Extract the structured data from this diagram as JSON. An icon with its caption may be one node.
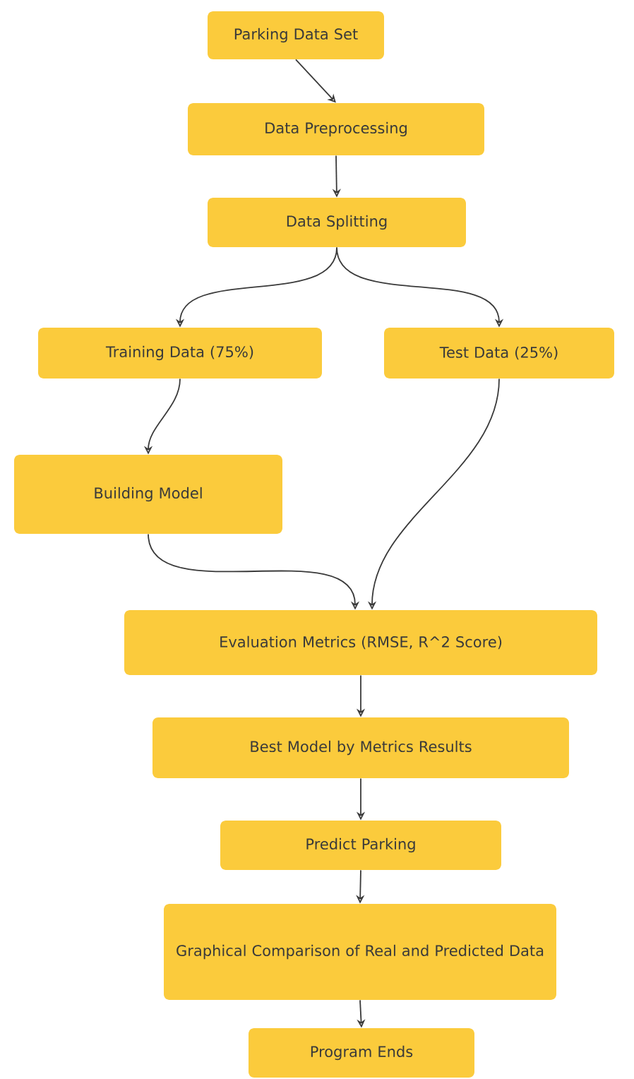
{
  "diagram": {
    "nodes": [
      {
        "text": [
          "Parking Data Set"
        ]
      },
      {
        "text": [
          "Data Preprocessing"
        ]
      },
      {
        "text": [
          "Data Splitting"
        ]
      },
      {
        "text": [
          "Training Data (75%)"
        ]
      },
      {
        "text": [
          "Test Data (25%)"
        ]
      },
      {
        "text": [
          "Building Model"
        ]
      },
      {
        "text": [
          "Evaluation Metrics (RMSE, R^2 Score)"
        ]
      },
      {
        "text": [
          "Best Model by Metrics Results"
        ]
      },
      {
        "text": [
          "Predict Parking"
        ]
      },
      {
        "text": [
          "Graphical Comparison of Real and Predicted Data"
        ]
      },
      {
        "text": [
          "Program Ends"
        ]
      }
    ],
    "edges": [
      {
        "from": 0,
        "to": 1,
        "arrow": "to"
      },
      {
        "from": 1,
        "to": 2,
        "arrow": "to"
      },
      {
        "from": 2,
        "to": 3,
        "arrow": "to"
      },
      {
        "from": 2,
        "to": 4,
        "arrow": "to"
      },
      {
        "from": 3,
        "to": 5,
        "arrow": "to"
      },
      {
        "from": 5,
        "to": 6,
        "arrow": "to"
      },
      {
        "from": 4,
        "to": 6,
        "arrow": "to"
      },
      {
        "from": 6,
        "to": 7,
        "arrow": "to"
      },
      {
        "from": 7,
        "to": 8,
        "arrow": "to"
      },
      {
        "from": 8,
        "to": 9,
        "arrow": "to"
      },
      {
        "from": 9,
        "to": 10,
        "arrow": "to"
      }
    ]
  }
}
